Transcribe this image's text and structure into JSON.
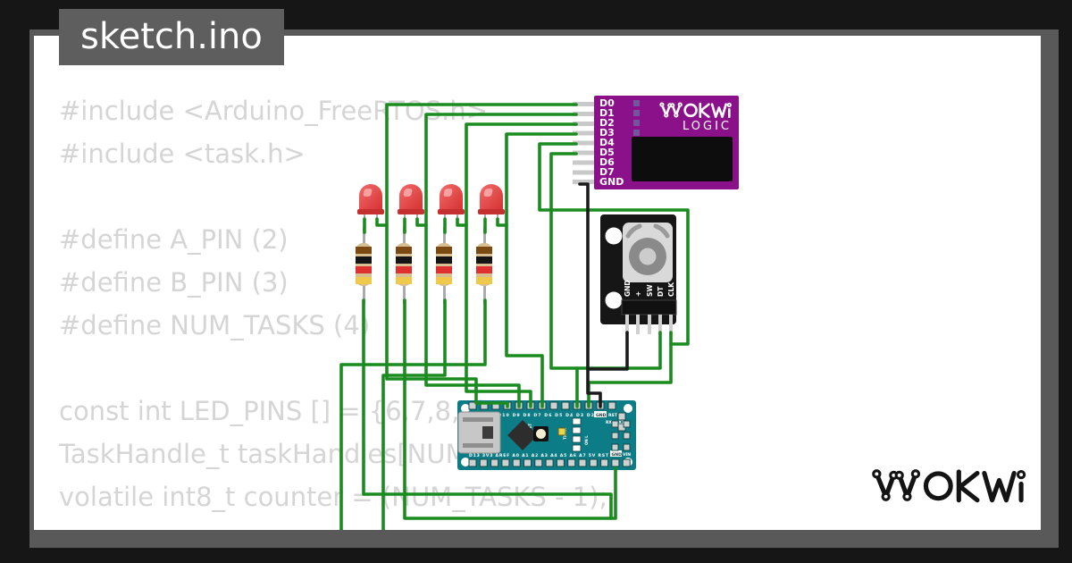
{
  "tab": {
    "title": "sketch.ino"
  },
  "code": {
    "lines": [
      "#include <Arduino_FreeRTOS.h>",
      "#include <task.h>",
      "",
      "#define A_PIN (2)",
      "#define B_PIN (3)",
      "#define NUM_TASKS (4)",
      "",
      "const int LED_PINS [] = {6,7,8,9};",
      "TaskHandle_t taskHandles[NUM_TASKS];",
      "volatile int8_t counter = (NUM_TASKS - 1);"
    ]
  },
  "logic_analyzer": {
    "brand": "WOKWI",
    "subtitle": "LOGIC",
    "pins": [
      "D0",
      "D1",
      "D2",
      "D3",
      "D4",
      "D5",
      "D6",
      "D7",
      "GND"
    ]
  },
  "encoder": {
    "pins": [
      "GND",
      "+",
      "SW",
      "DT",
      "CLK"
    ]
  },
  "arduino": {
    "top_digital": "D12 D11 D10 D9 D8 D7 D6 D5 D4 D3 D2",
    "top_gnd": "GND",
    "top_rst": "RST",
    "serial": "RX0 TX1",
    "bottom_left": "D13 3V3 AREF A0 A1 A2 A3 A4 A5 A6 A7 5V RST",
    "bottom_gnd": "GND",
    "bottom_vin": "VIN",
    "reset": "RESET",
    "tx_rx": "TX RX",
    "on_l": "ON L"
  },
  "logo": {
    "brand": "WOKWI"
  },
  "colors": {
    "wire_green": "#1a8c1f",
    "wire_black": "#1b1b1b",
    "logic_purple": "#8b118b",
    "board_teal": "#0c7d86",
    "led_red": "#e84545",
    "card_bg": "#ffffff",
    "frame_gray": "#595959",
    "frame_black": "#161616"
  }
}
